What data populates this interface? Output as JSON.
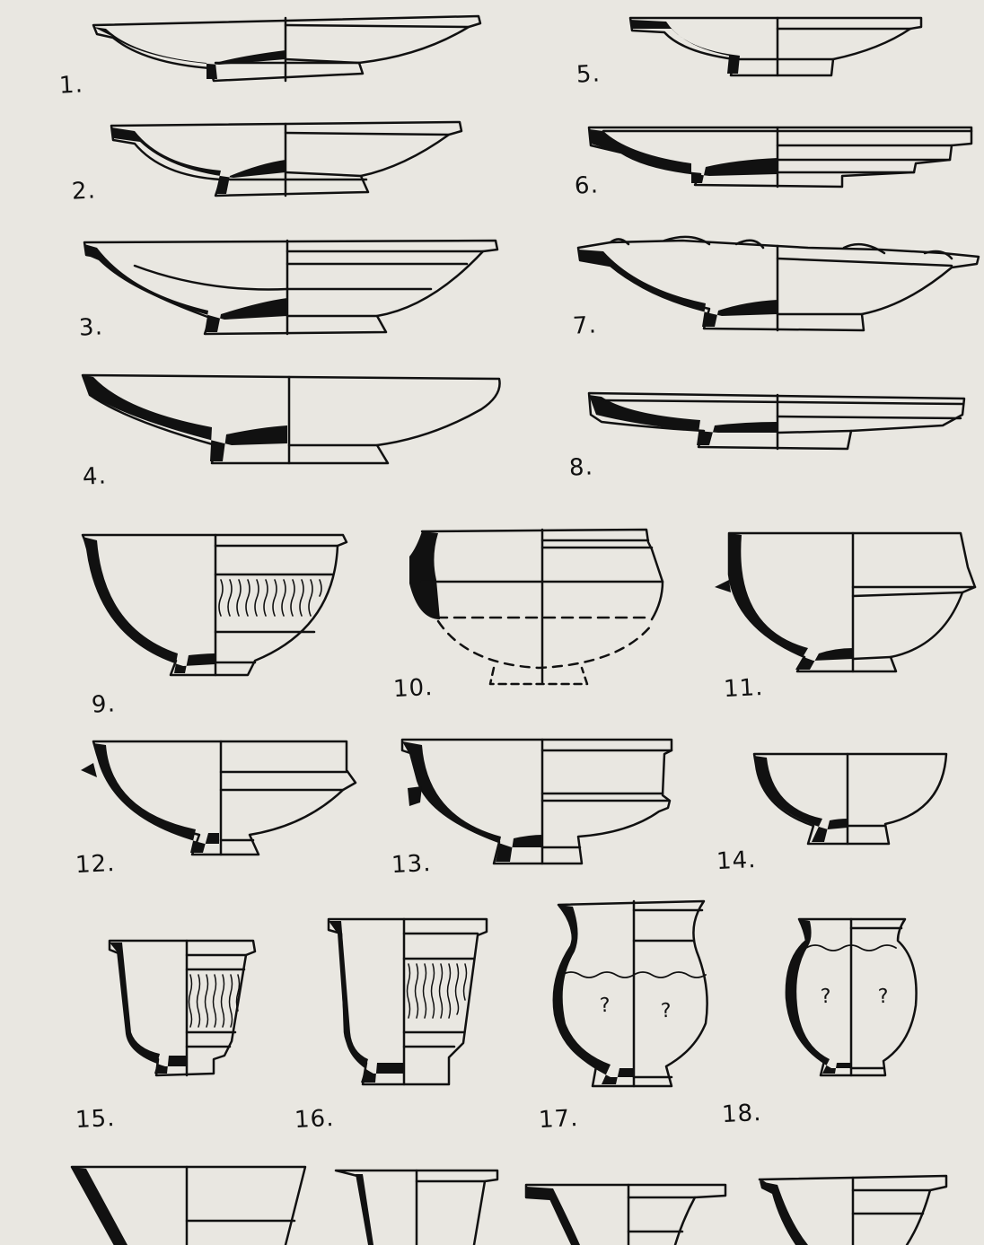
{
  "plate": {
    "background_color": "#e9e7e1",
    "ink_color": "#111111",
    "labels": [
      "1.",
      "2.",
      "3.",
      "4.",
      "5.",
      "6.",
      "7.",
      "8.",
      "9.",
      "10.",
      "11.",
      "12.",
      "13.",
      "14.",
      "15.",
      "16.",
      "17.",
      "18."
    ],
    "annotations": {
      "vessel_17": [
        "?",
        "?"
      ],
      "vessel_18": [
        "?",
        "?"
      ]
    }
  }
}
